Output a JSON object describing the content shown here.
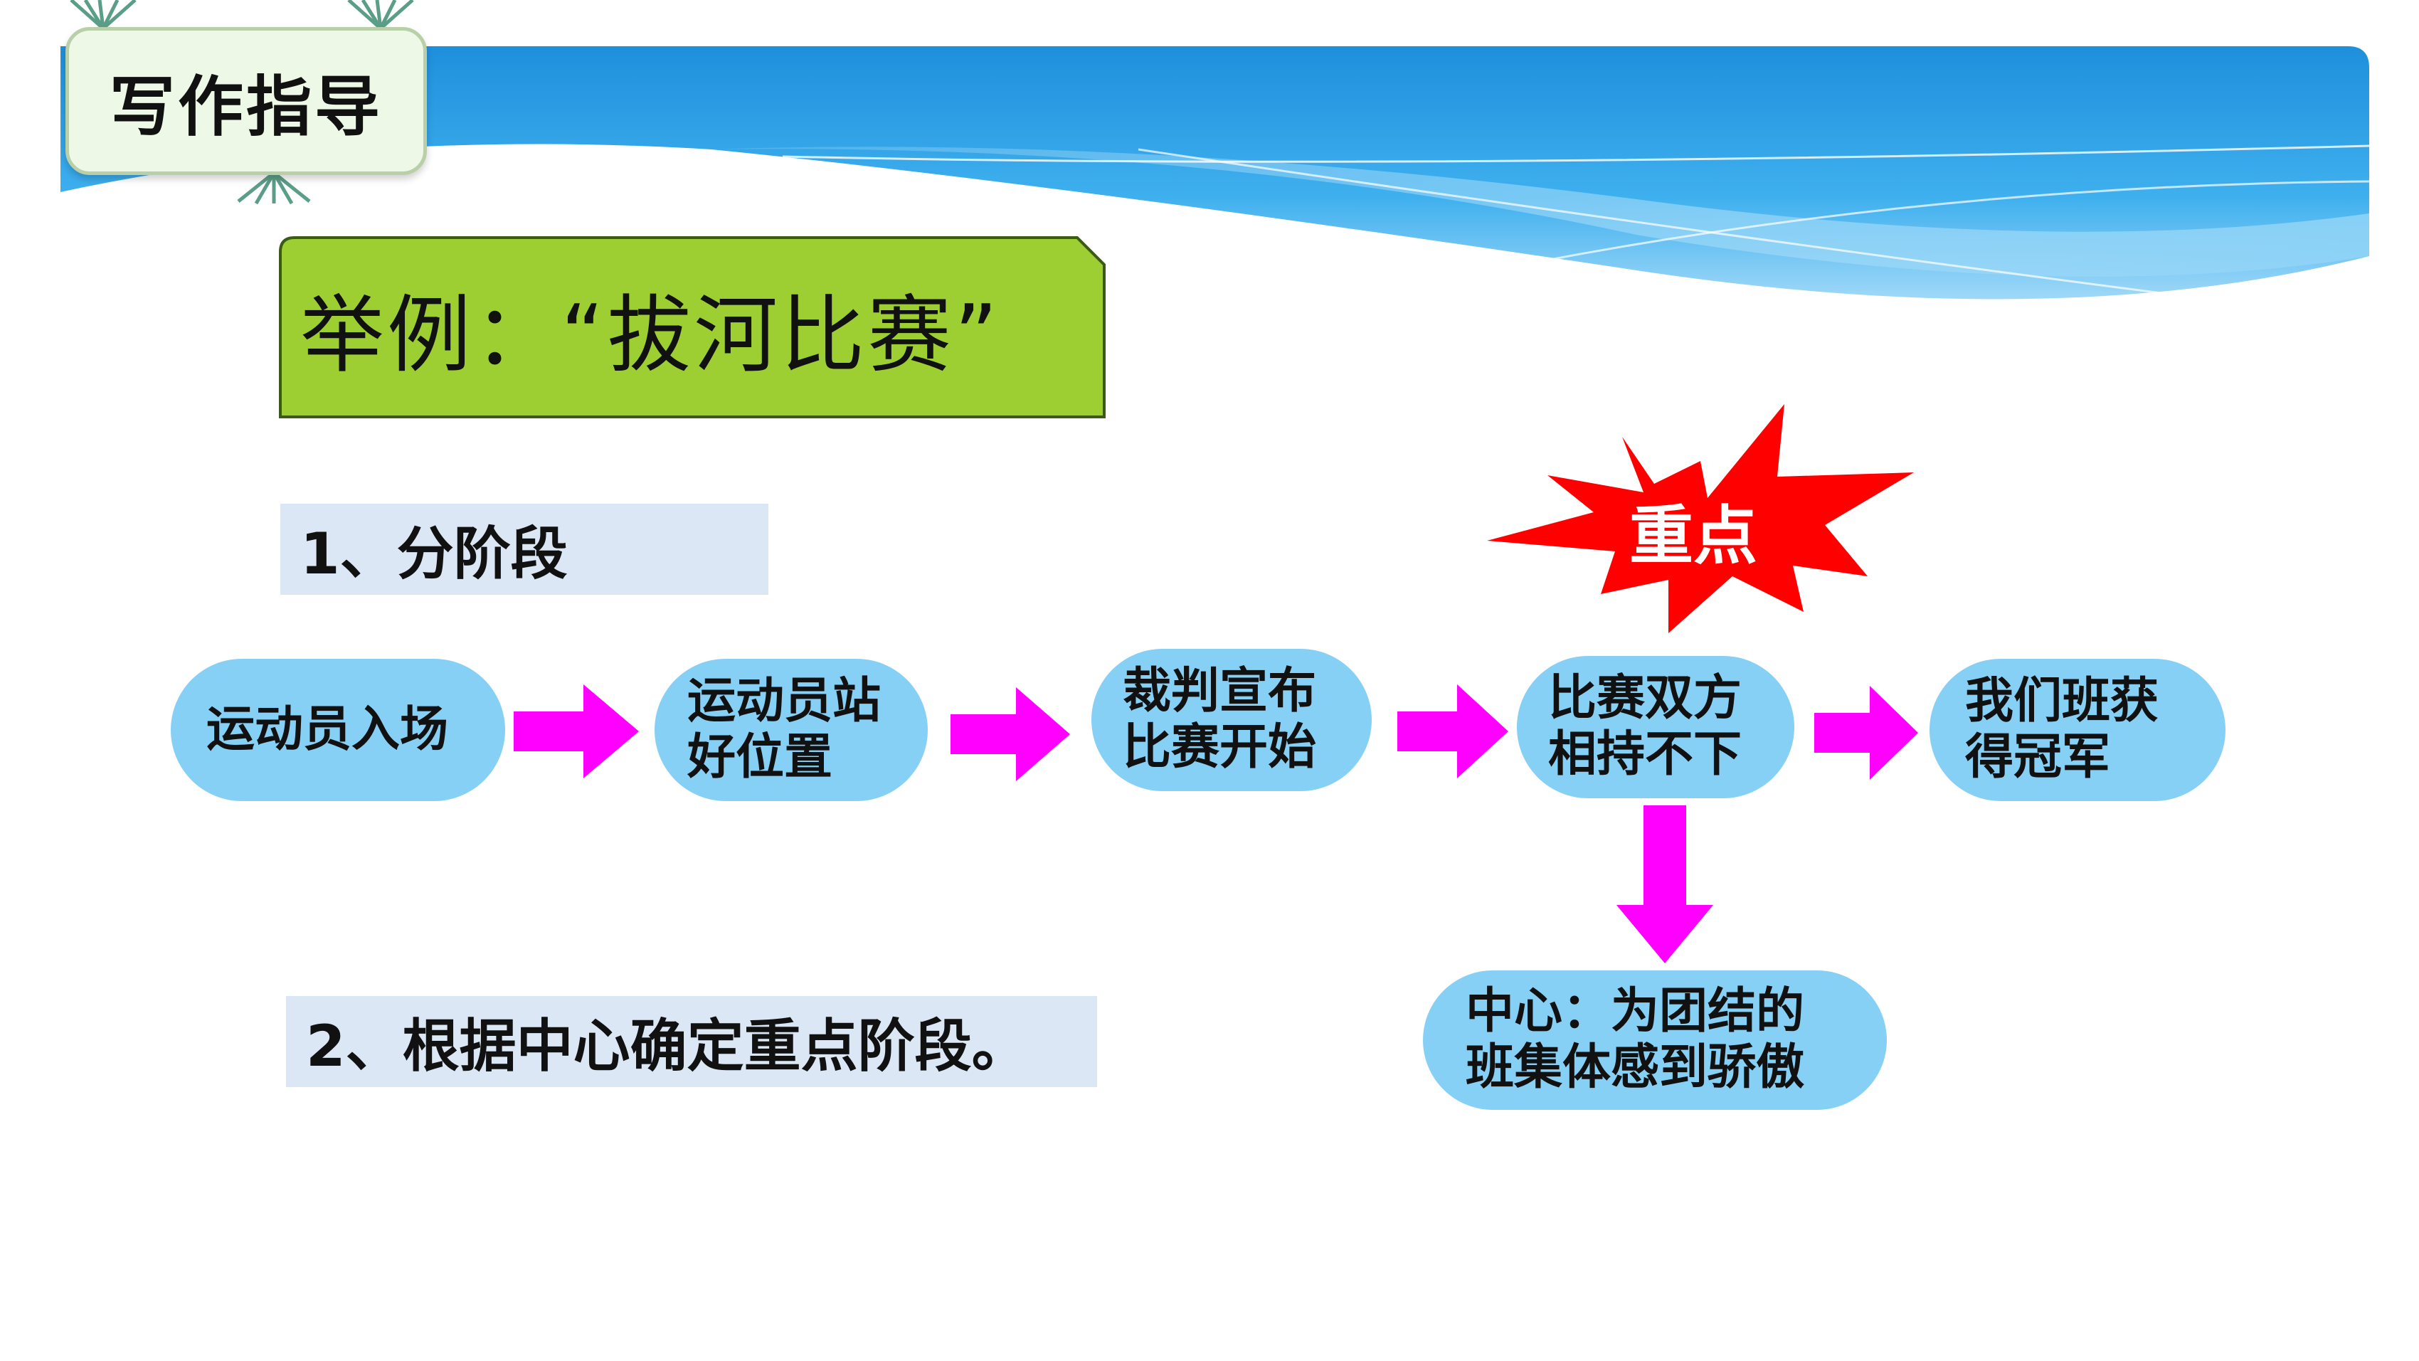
{
  "header": {
    "title": "写作指导"
  },
  "example": {
    "title": "举例：“拔河比赛”"
  },
  "sections": {
    "step1": "1、分阶段",
    "step2": "2、根据中心确定重点阶段。"
  },
  "flow": {
    "nodes": [
      "运动员入场",
      "运动员站\n好位置",
      "裁判宣布\n比赛开始",
      "比赛双方\n相持不下",
      "我们班获\n得冠军"
    ],
    "center": "中心：为团结的\n班集体感到骄傲",
    "highlight": "重点"
  },
  "colors": {
    "banner_blue": "#1f97e0",
    "node_fill": "#87d0f5",
    "arrow": "#ff00ff",
    "example_fill": "#9dce32",
    "burst": "#ff0000",
    "label_fill": "#dce7f5"
  }
}
